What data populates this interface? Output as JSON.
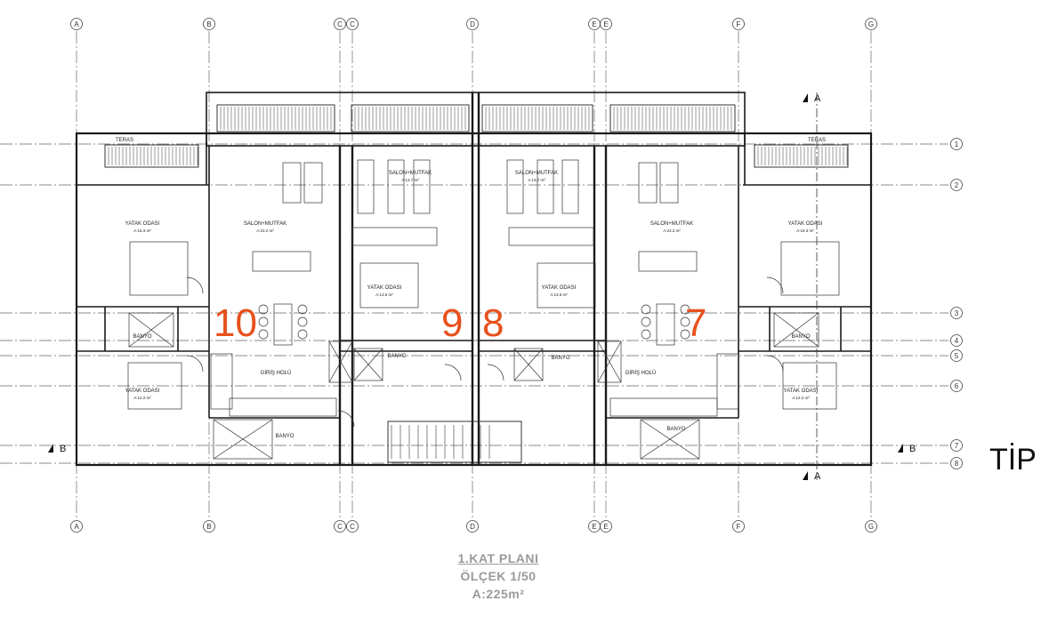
{
  "grid": {
    "columns": [
      "A",
      "B",
      "C",
      "C",
      "D",
      "E",
      "E",
      "F",
      "G"
    ],
    "rows": [
      "1",
      "2",
      "3",
      "4",
      "5",
      "6",
      "7",
      "8"
    ]
  },
  "units": [
    "10",
    "9",
    "8",
    "7"
  ],
  "rooms": {
    "yatak_odasi": "YATAK ODASI",
    "salon_mutfak": "SALON+MUTFAK",
    "banyo": "BANYO",
    "giris_holu": "GİRİŞ HOLÜ",
    "teras": "TERAS",
    "area_large": "A:23.2 m²",
    "area_bed1": "A:16.3 m²",
    "area_bed2": "A:12.2 m²",
    "area_mid": "A:13.7 m²",
    "area_bed_mid": "A:13.5 m²"
  },
  "section_marks": {
    "a": "A",
    "b": "B"
  },
  "title": {
    "line1": "1.KAT PLANI",
    "line2": "ÖLÇEK 1/50",
    "line3": "A:225m²"
  },
  "side_label": "TİP",
  "colors": {
    "unit_number": "#e8501c",
    "line": "#1a1a1a",
    "grid": "#555555"
  }
}
